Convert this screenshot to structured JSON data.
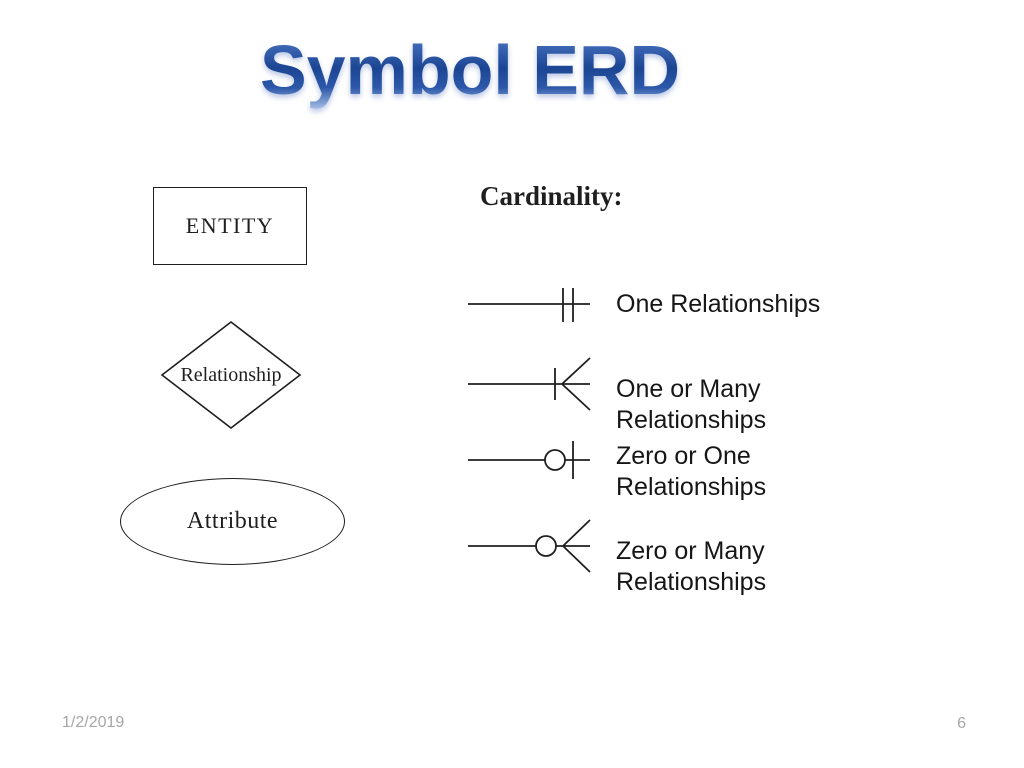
{
  "slide": {
    "title": "Symbol ERD",
    "footer": {
      "date": "1/2/2019",
      "page_number": "6"
    }
  },
  "shapes": [
    {
      "type": "rectangle",
      "label": "ENTITY"
    },
    {
      "type": "diamond",
      "label": "Relationship"
    },
    {
      "type": "ellipse",
      "label": "Attribute"
    }
  ],
  "cardinality": {
    "heading": "Cardinality:",
    "items": [
      {
        "symbol": "one",
        "label": "One Relationships"
      },
      {
        "symbol": "one-or-many",
        "label": "One or Many\nRelationships"
      },
      {
        "symbol": "zero-or-one",
        "label": "Zero or One\nRelationships"
      },
      {
        "symbol": "zero-or-many",
        "label": "Zero or Many\nRelationships"
      }
    ]
  },
  "colors": {
    "ink": "#1f1f1f",
    "title-grad-light": "#9db5e0",
    "title-grad-dark": "#1c4593",
    "footer-gray": "#a6a6a6"
  }
}
